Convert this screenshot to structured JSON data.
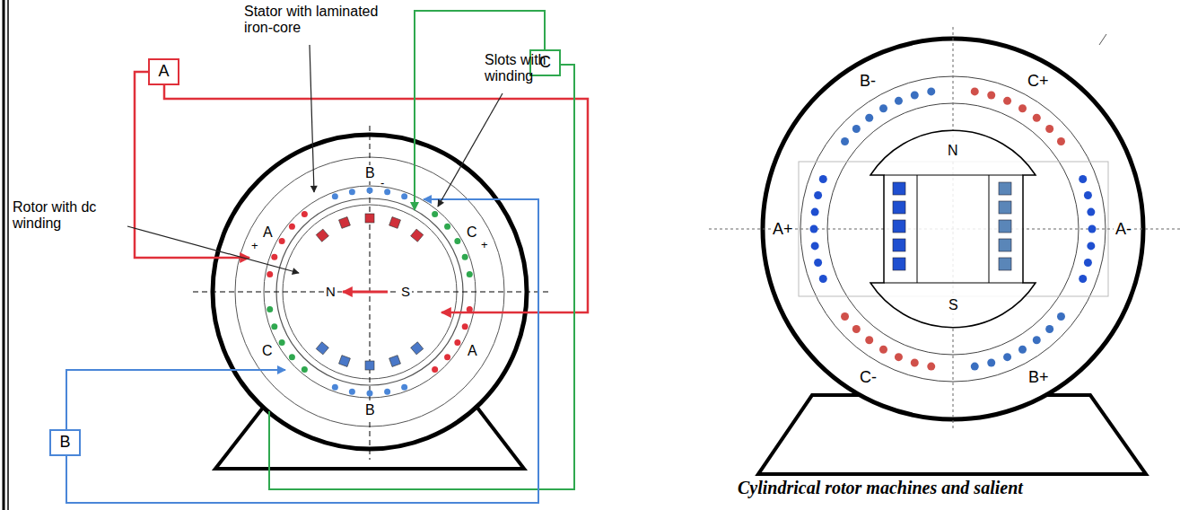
{
  "diagram": {
    "caption": "Cylindrical rotor machines and salient",
    "nodes": [
      {
        "text": [
          "A"
        ]
      },
      {
        "text": [
          "C"
        ]
      },
      {
        "text": [
          "B"
        ]
      }
    ],
    "labels": [
      "Stator with laminated iron-core",
      "Slots with winding",
      "A",
      "+",
      "B",
      "-",
      "C",
      "+",
      "Rotor with dc winding",
      "N",
      "S",
      "C",
      "A",
      "B",
      "B-",
      "C+",
      "N",
      "A+",
      "A-",
      "S",
      "C-",
      "B+"
    ]
  }
}
